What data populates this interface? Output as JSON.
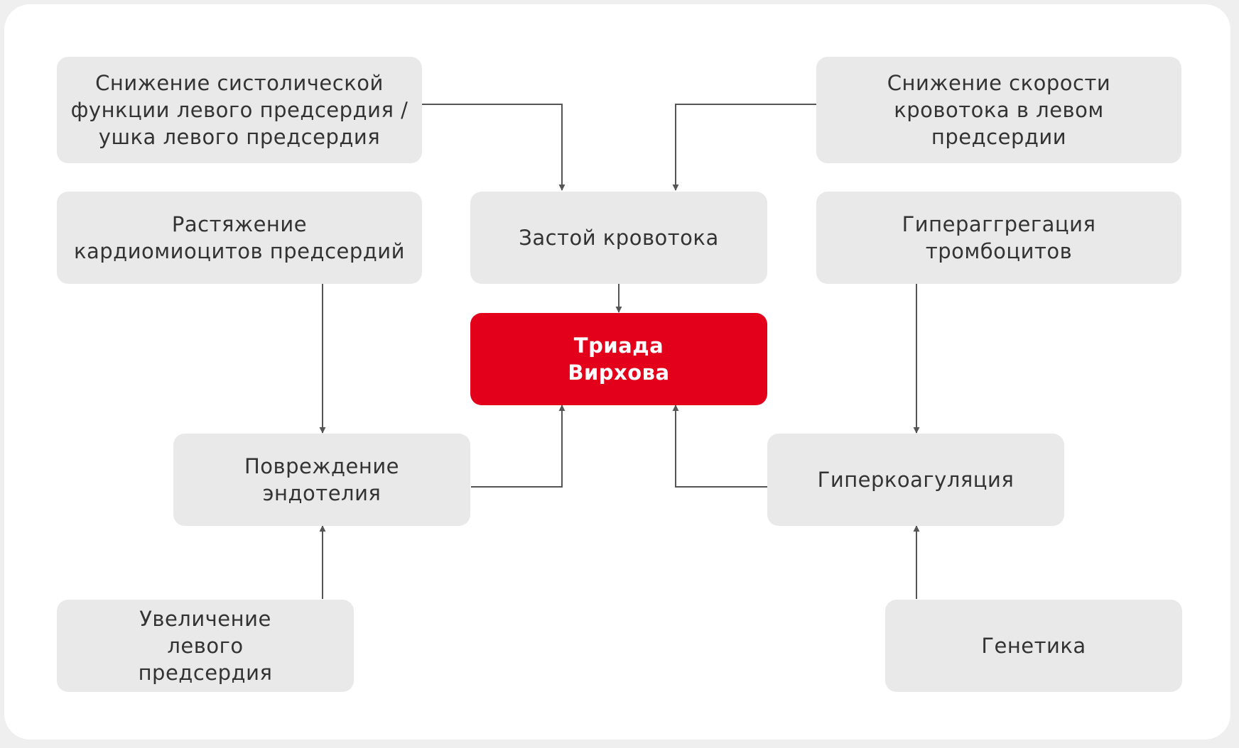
{
  "diagram": {
    "nodes": {
      "systolic": "Снижение систолической\nфункции левого предсердия /\nушка левого предсердия",
      "flow_speed": "Снижение скорости\nкровотока в левом\nпредсердии",
      "stretch": "Растяжение\nкардиомиоцитов предсердий",
      "stasis": "Застой кровотока",
      "hyperaggregation": "Гипераггрегация\nтромбоцитов",
      "triad": "Триада\nВирхова",
      "endothelium": "Повреждение\nэндотелия",
      "hypercoagulation": "Гиперкоагуляция",
      "enlargement": "Увеличение\nлевого\nпредсердия",
      "genetics": "Генетика"
    },
    "edges": [
      {
        "from": "systolic",
        "to": "stasis"
      },
      {
        "from": "flow_speed",
        "to": "stasis"
      },
      {
        "from": "stasis",
        "to": "triad"
      },
      {
        "from": "stretch",
        "to": "endothelium"
      },
      {
        "from": "enlargement",
        "to": "endothelium"
      },
      {
        "from": "endothelium",
        "to": "triad"
      },
      {
        "from": "hyperaggregation",
        "to": "hypercoagulation"
      },
      {
        "from": "genetics",
        "to": "hypercoagulation"
      },
      {
        "from": "hypercoagulation",
        "to": "triad"
      }
    ],
    "colors": {
      "accent": "#e3001b",
      "box": "#e9e9e9",
      "line": "#555555"
    }
  }
}
